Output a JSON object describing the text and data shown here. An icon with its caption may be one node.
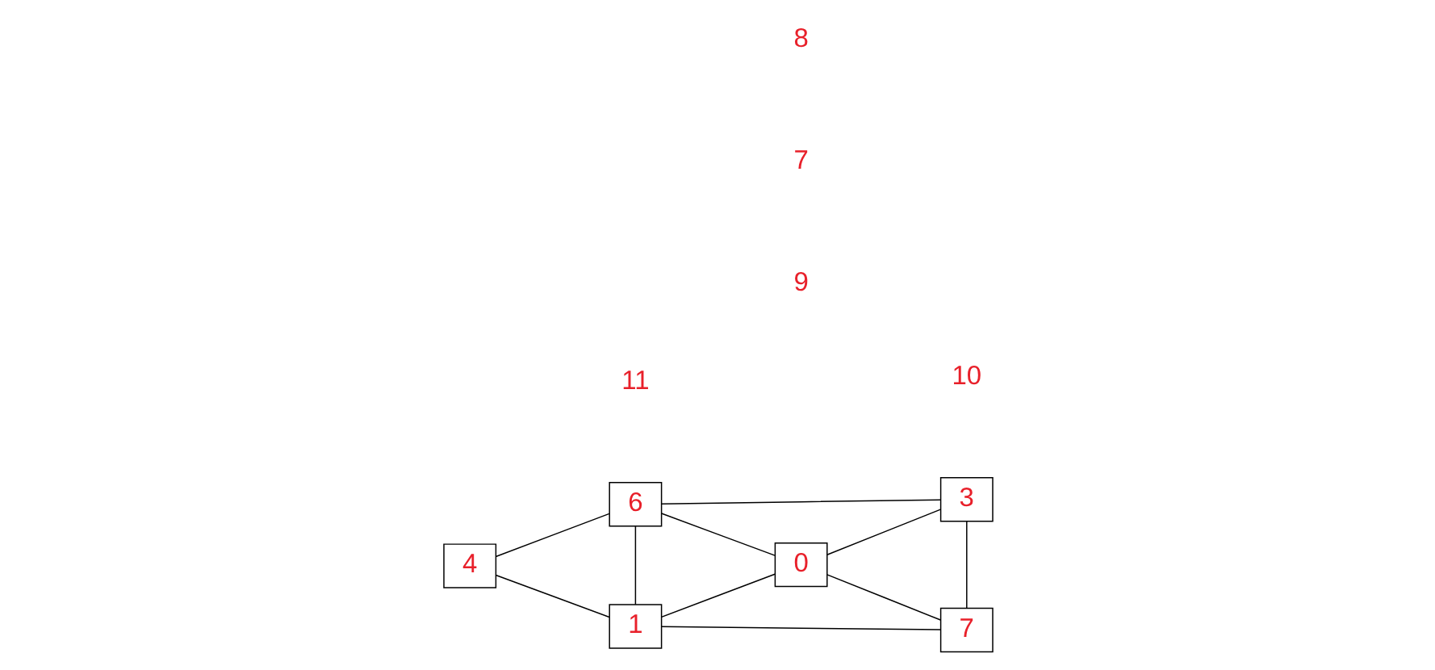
{
  "diagram": {
    "nodes": [
      {
        "text": [
          "6"
        ]
      },
      {
        "text": [
          "3"
        ]
      },
      {
        "text": [
          "4"
        ]
      },
      {
        "text": [
          "0"
        ]
      },
      {
        "text": [
          "1"
        ]
      },
      {
        "text": [
          "7"
        ]
      }
    ],
    "edges": [
      {
        "from": 0,
        "to": 1,
        "arrow": "none"
      },
      {
        "from": 0,
        "to": 2,
        "arrow": "none"
      },
      {
        "from": 0,
        "to": 4,
        "arrow": "none"
      },
      {
        "from": 0,
        "to": 3,
        "arrow": "none"
      },
      {
        "from": 1,
        "to": 3,
        "arrow": "none"
      },
      {
        "from": 1,
        "to": 5,
        "arrow": "none"
      },
      {
        "from": 2,
        "to": 4,
        "arrow": "none"
      },
      {
        "from": 3,
        "to": 4,
        "arrow": "none"
      },
      {
        "from": 3,
        "to": 5,
        "arrow": "none"
      },
      {
        "from": 4,
        "to": 5,
        "arrow": "none"
      }
    ],
    "labels": [
      "9",
      "11",
      "7",
      "10",
      "8"
    ]
  }
}
